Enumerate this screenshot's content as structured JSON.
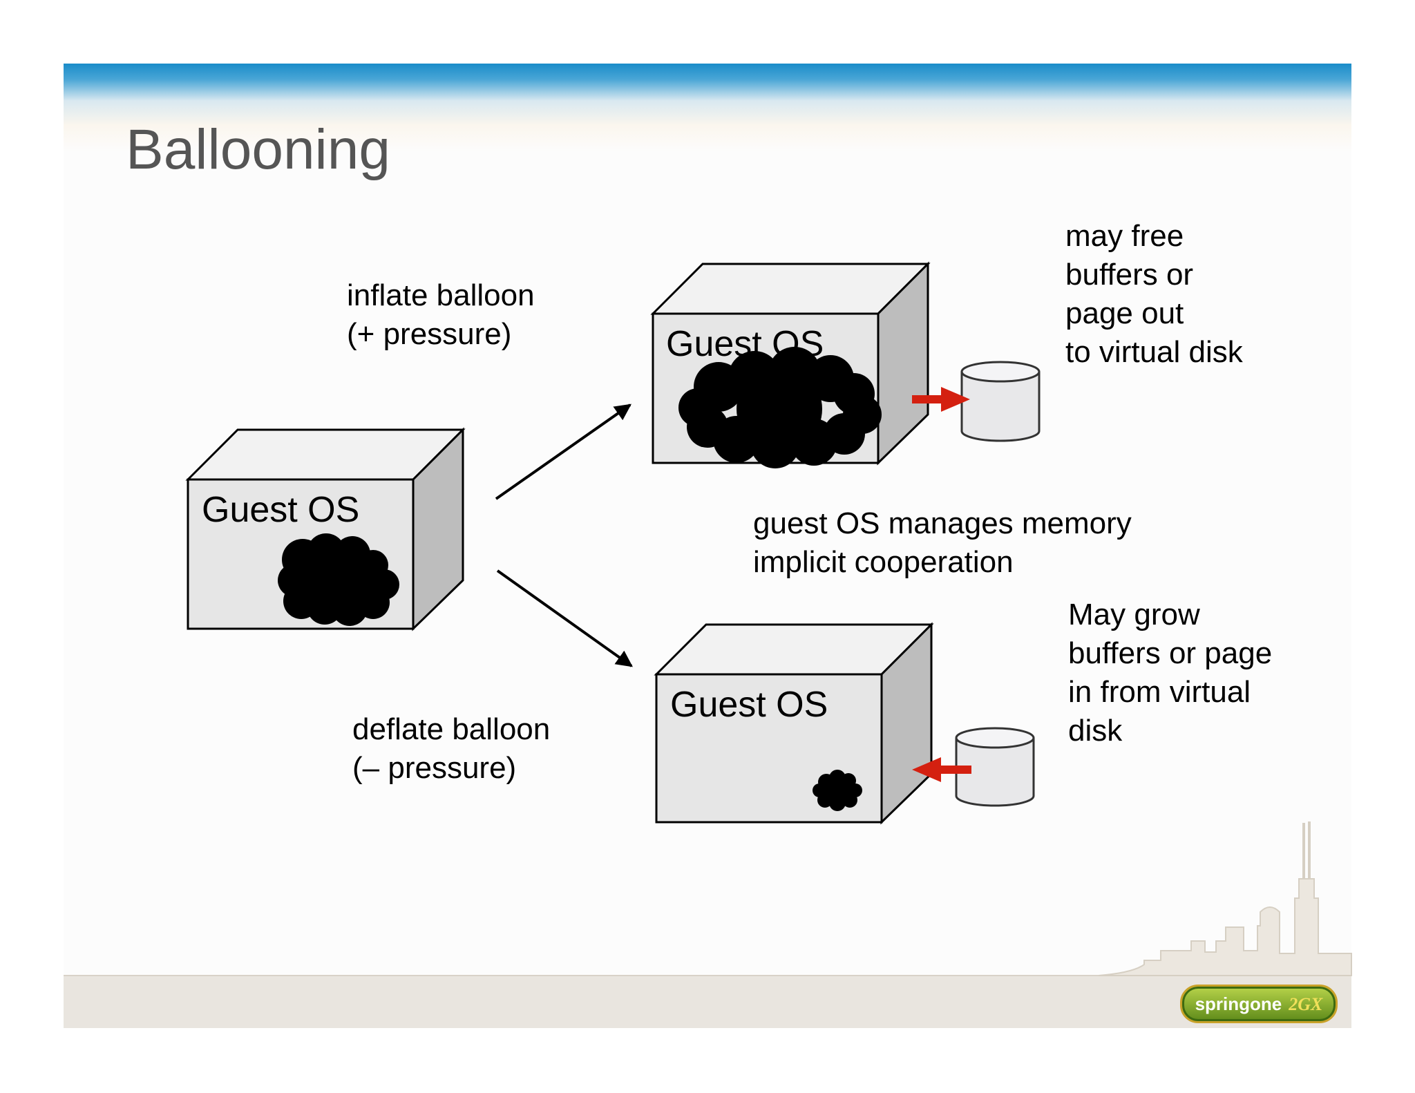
{
  "slide": {
    "title": "Ballooning"
  },
  "diagram": {
    "nodes": [
      {
        "id": "guest-os-initial",
        "label": "Guest OS",
        "balloon": "medium"
      },
      {
        "id": "guest-os-inflated",
        "label": "Guest OS",
        "balloon": "large"
      },
      {
        "id": "guest-os-deflated",
        "label": "Guest OS",
        "balloon": "small"
      }
    ],
    "edges": [
      {
        "from": "guest-os-initial",
        "to": "guest-os-inflated",
        "label_line1": "inflate balloon",
        "label_line2": "(+ pressure)"
      },
      {
        "from": "guest-os-initial",
        "to": "guest-os-deflated",
        "label_line1": "deflate balloon",
        "label_line2": "(– pressure)"
      }
    ],
    "center_note": {
      "line1": "guest OS manages memory",
      "line2": "implicit cooperation"
    },
    "top_note": {
      "line1": "may free",
      "line2": "buffers or",
      "line3": "page out",
      "line4": "to virtual disk"
    },
    "bottom_note": {
      "line1": "May grow",
      "line2": "buffers or page",
      "line3": "in from virtual",
      "line4": "disk"
    }
  },
  "branding": {
    "logo_main": "springone",
    "logo_suffix": "2GX"
  },
  "colors": {
    "header_band": "#1a8cc9",
    "disk_arrow": "#d42010",
    "box_front": "#e6e6e6",
    "box_side": "#bdbdbd",
    "footer_band": "#e9e5df"
  },
  "icons": [
    "virtual-disk-icon",
    "balloon-icon",
    "city-skyline-icon"
  ]
}
